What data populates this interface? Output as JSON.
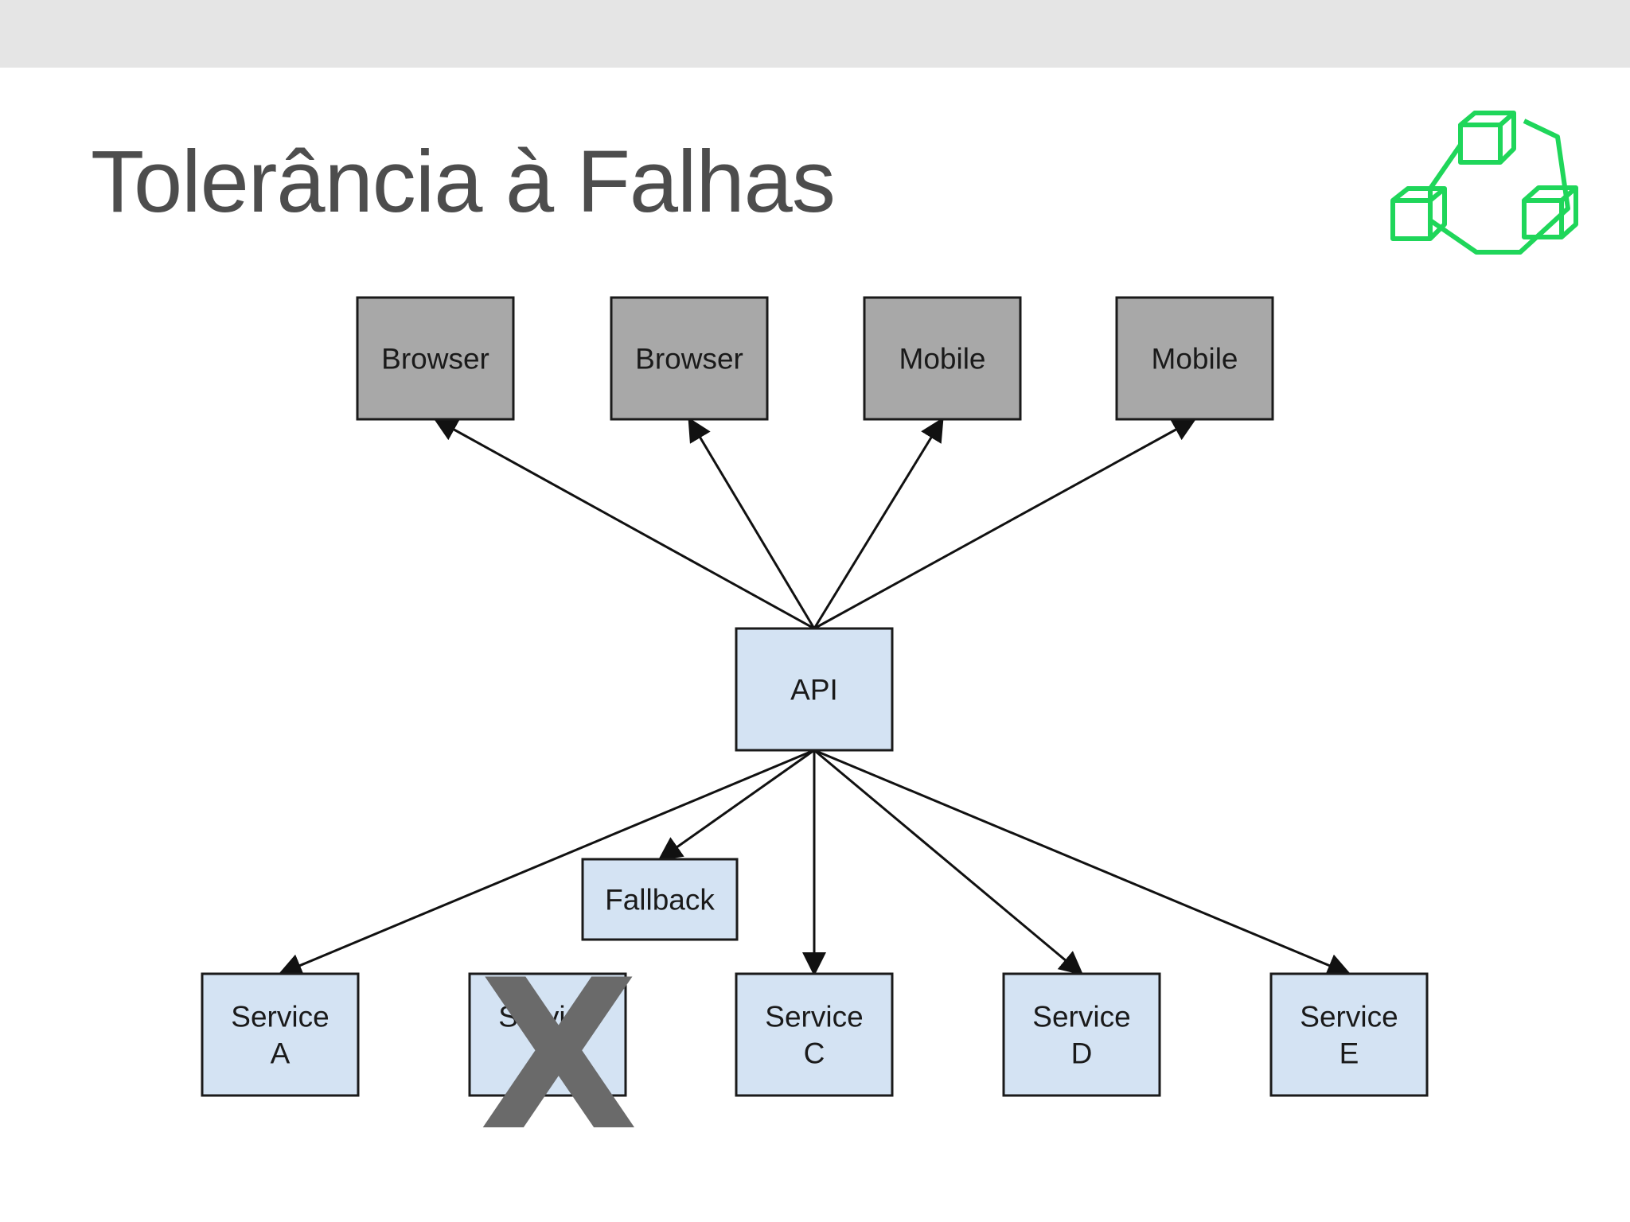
{
  "slide": {
    "title": "Tolerância à Falhas"
  },
  "colors": {
    "top_bar": "#e5e5e5",
    "title_text": "#4d4d4d",
    "client_fill": "#a8a8a8",
    "service_fill": "#d4e3f3",
    "logo_green": "#1fd65a",
    "failed_mark": "#6a6a6a"
  },
  "logo": {
    "icon": "connected-cubes-icon"
  },
  "diagram": {
    "nodes": [
      {
        "id": "browser-1",
        "label": [
          "Browser"
        ],
        "style": "client"
      },
      {
        "id": "browser-2",
        "label": [
          "Browser"
        ],
        "style": "client"
      },
      {
        "id": "mobile-1",
        "label": [
          "Mobile"
        ],
        "style": "client"
      },
      {
        "id": "mobile-2",
        "label": [
          "Mobile"
        ],
        "style": "client"
      },
      {
        "id": "api",
        "label": [
          "API"
        ],
        "style": "service"
      },
      {
        "id": "fallback",
        "label": [
          "Fallback"
        ],
        "style": "service"
      },
      {
        "id": "service-a",
        "label": [
          "Service",
          "A"
        ],
        "style": "service"
      },
      {
        "id": "service-b",
        "label": [
          "Service",
          "B"
        ],
        "style": "service",
        "failed": true
      },
      {
        "id": "service-c",
        "label": [
          "Service",
          "C"
        ],
        "style": "service"
      },
      {
        "id": "service-d",
        "label": [
          "Service",
          "D"
        ],
        "style": "service"
      },
      {
        "id": "service-e",
        "label": [
          "Service",
          "E"
        ],
        "style": "service"
      }
    ],
    "edges": [
      {
        "from": "api",
        "to": "browser-1"
      },
      {
        "from": "api",
        "to": "browser-2"
      },
      {
        "from": "api",
        "to": "mobile-1"
      },
      {
        "from": "api",
        "to": "mobile-2"
      },
      {
        "from": "api",
        "to": "service-a"
      },
      {
        "from": "api",
        "to": "fallback"
      },
      {
        "from": "api",
        "to": "service-c"
      },
      {
        "from": "api",
        "to": "service-d"
      },
      {
        "from": "api",
        "to": "service-e"
      }
    ],
    "failed_mark": "X"
  }
}
